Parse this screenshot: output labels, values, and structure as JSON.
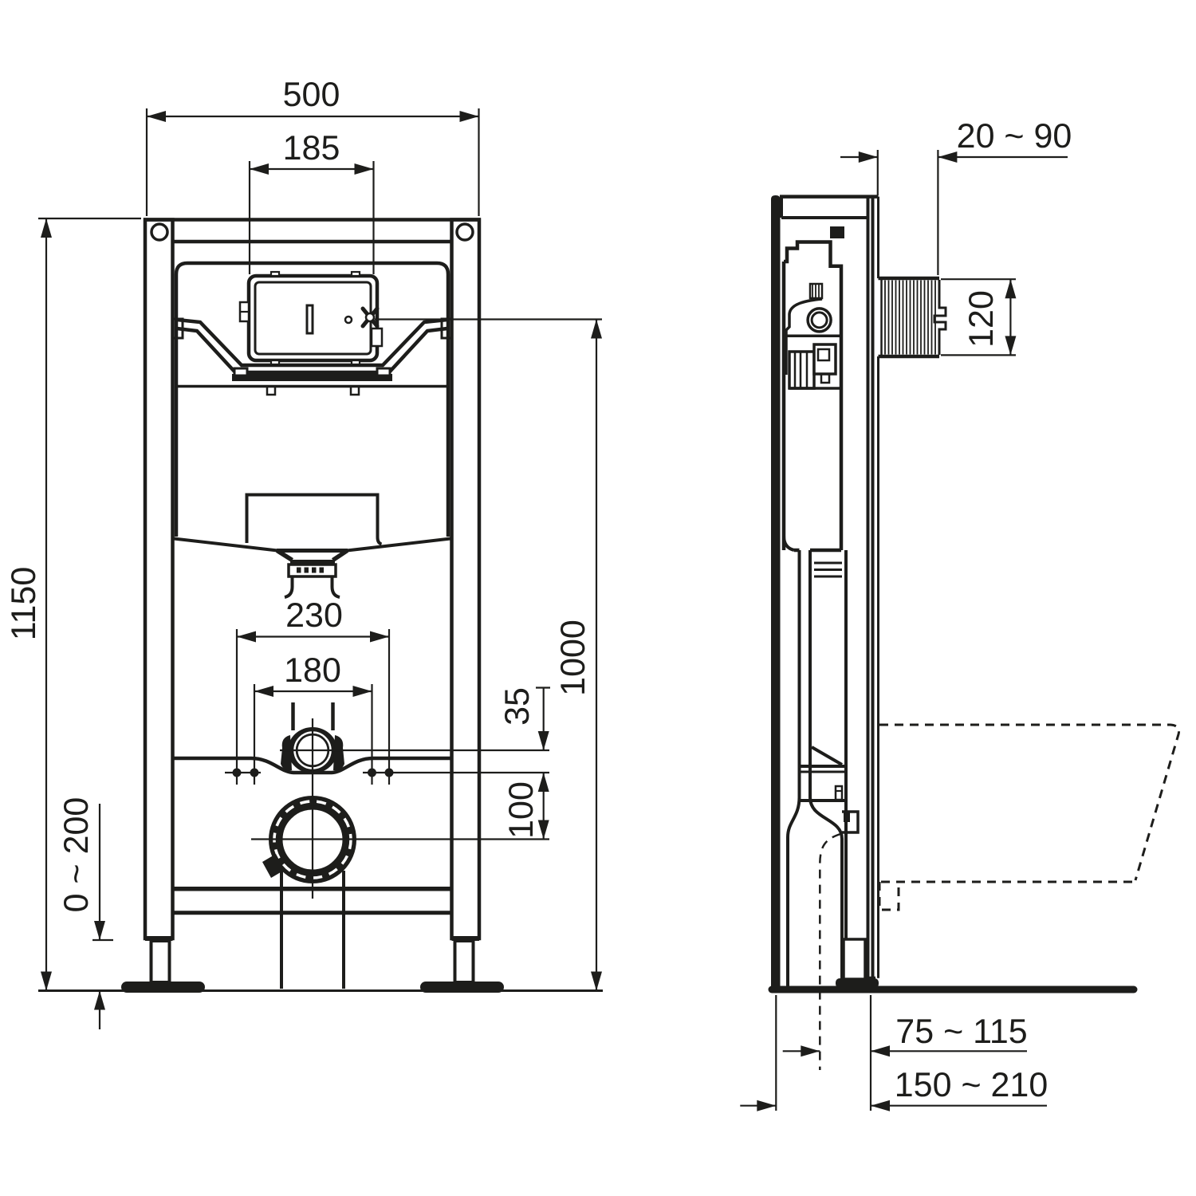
{
  "drawing": {
    "type": "technical installation drawing",
    "subject": "wall-hung WC concealed cistern frame, front and side elevation with dimensions (mm)",
    "background_color": "#ffffff",
    "line_color": "#1d1d1b",
    "views": {
      "front": {
        "label": "front-elevation",
        "dimensions": {
          "frame_width": "500",
          "flush_plate_width": "185",
          "frame_height": "1150",
          "foot_adjustment": "0 ~ 200",
          "flush_plate_height": "1000",
          "fixing_bolts_outer": "230",
          "fixing_bolts_inner": "180",
          "water_supply_offset": "35",
          "outlet_drop": "100"
        }
      },
      "side": {
        "label": "side-elevation",
        "dimensions": {
          "wall_finish_range": "20 ~ 90",
          "sleeve_height": "120",
          "outlet_centre_to_front": "75 ~ 115",
          "outlet_centre_to_wall": "150 ~ 210"
        }
      }
    }
  }
}
